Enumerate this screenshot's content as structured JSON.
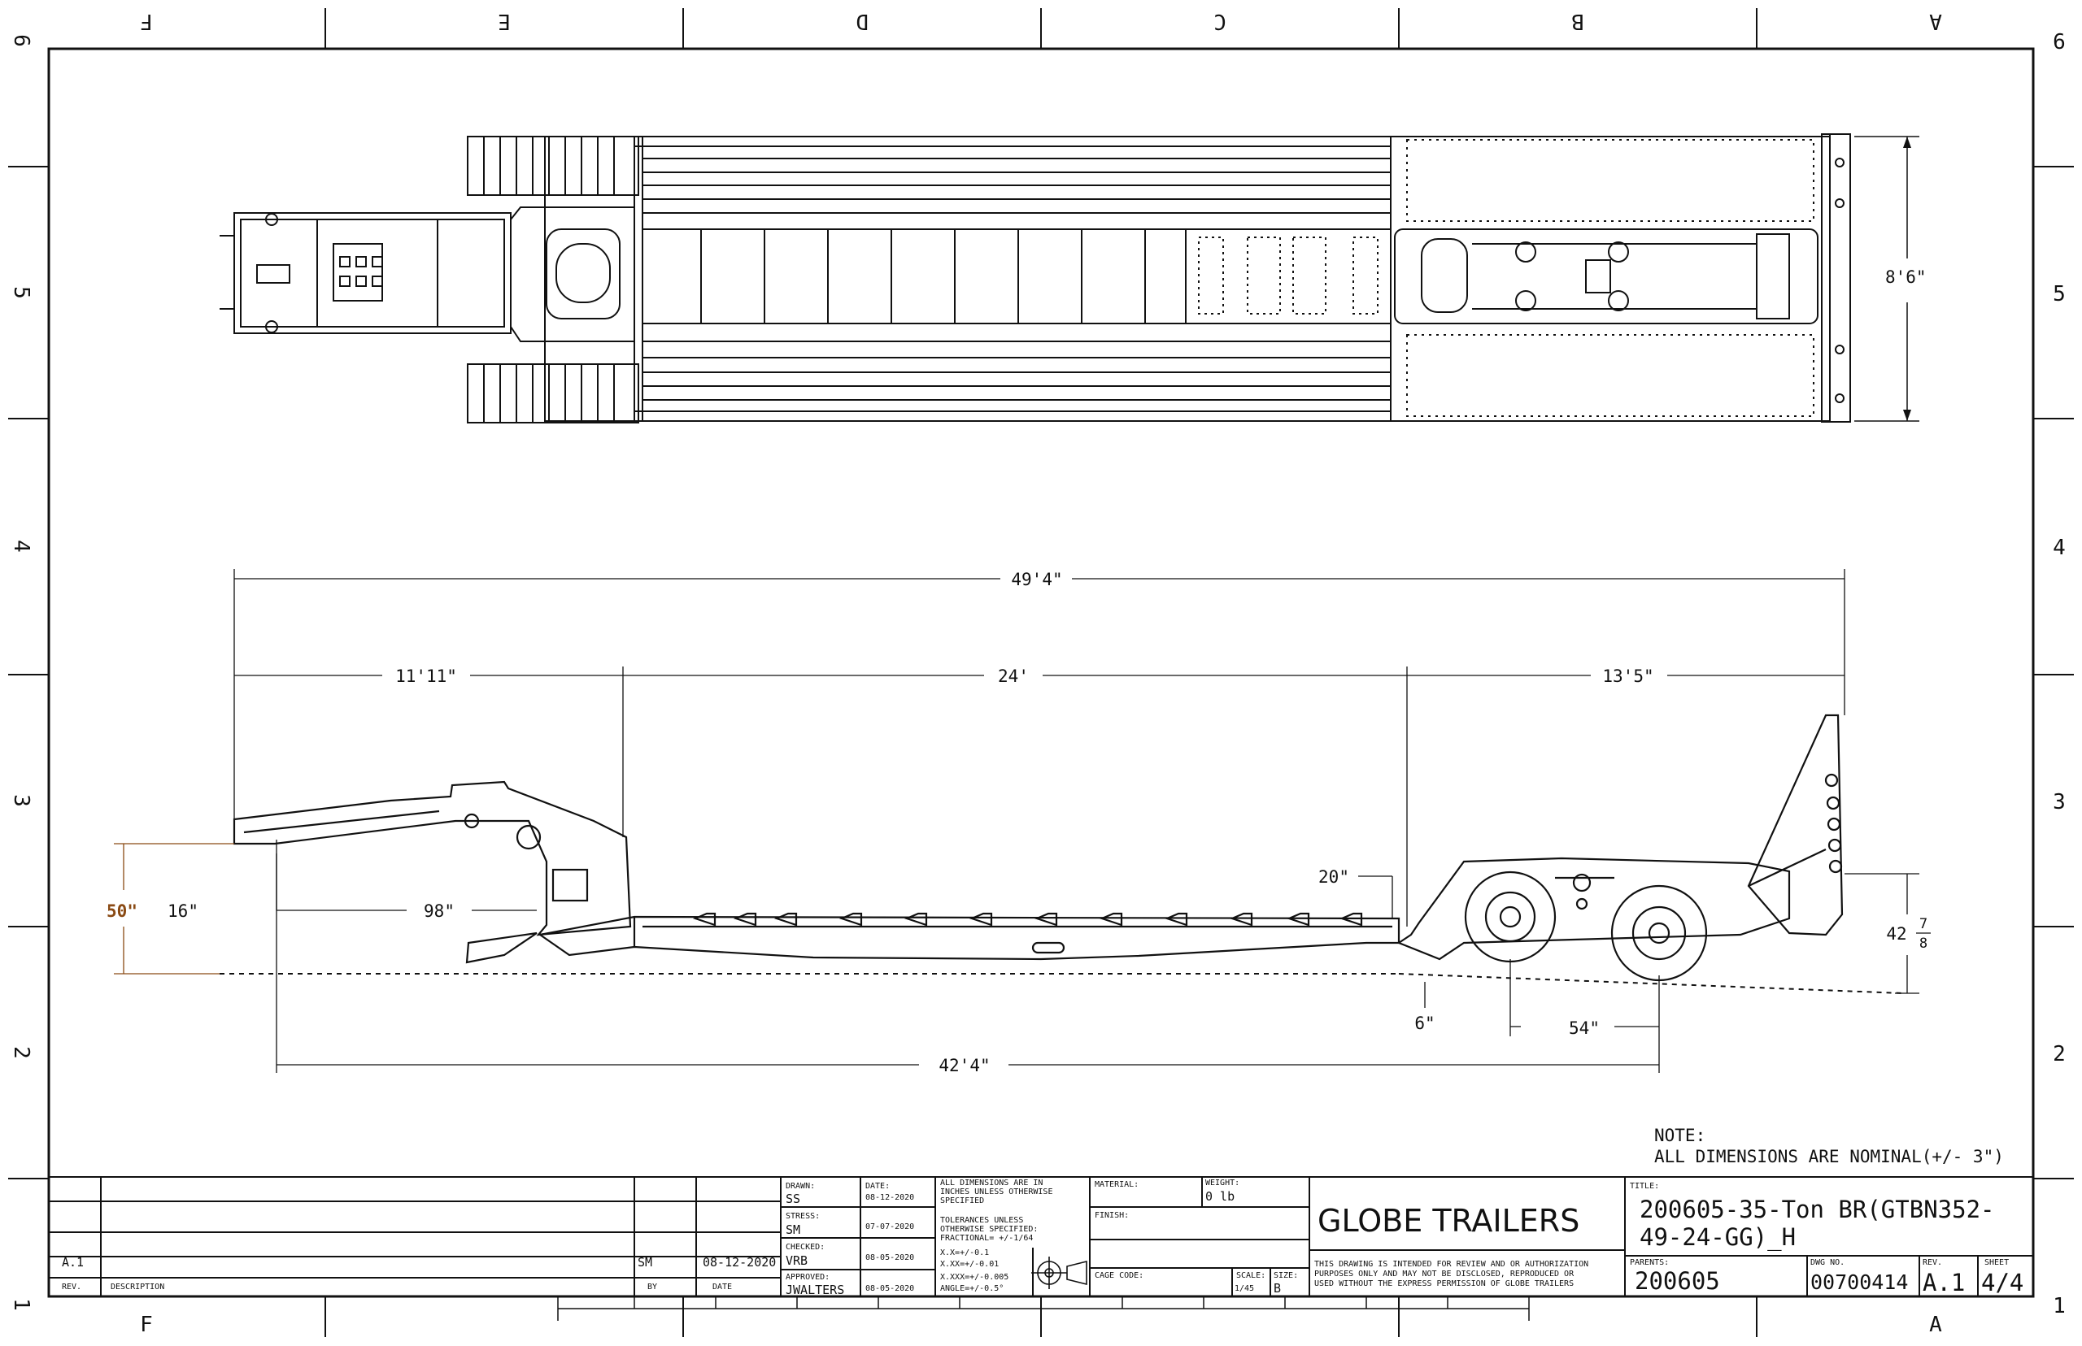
{
  "zones": {
    "columns": [
      "F",
      "E",
      "D",
      "C",
      "B",
      "A"
    ],
    "rows": [
      "6",
      "5",
      "4",
      "3",
      "2",
      "1"
    ]
  },
  "dimensions": {
    "overall_width": "8'6\"",
    "overall_length": "49'4\"",
    "gooseneck_length": "11'11\"",
    "deck_length": "24'",
    "rear_length": "13'5\"",
    "ground_clearance": "50\"",
    "kingpin_setback": "16\"",
    "gooseneck_span": "98\"",
    "deck_rise": "20\"",
    "deck_drop": "6\"",
    "axle_spread": "54\"",
    "rear_height": "42",
    "rear_height_num": "7",
    "rear_height_den": "8",
    "kingpin_to_axle": "42'4\""
  },
  "note": {
    "heading": "NOTE:",
    "text": "ALL DIMENSIONS ARE NOMINAL(+/- 3\")"
  },
  "title_block": {
    "rev_row": {
      "rev": "A.1",
      "by": "SM",
      "date": "08-12-2020"
    },
    "rev_headers": {
      "rev": "REV.",
      "description": "DESCRIPTION",
      "by": "BY",
      "date": "DATE"
    },
    "drawn": {
      "label": "DRAWN:",
      "value": "SS",
      "date_label": "DATE:",
      "date": "08-12-2020"
    },
    "stress": {
      "label": "STRESS:",
      "value": "SM",
      "date": "07-07-2020"
    },
    "checked": {
      "label": "CHECKED:",
      "value": "VRB",
      "date": "08-05-2020"
    },
    "approved": {
      "label": "APPROVED:",
      "value": "JWALTERS",
      "date": "08-05-2020"
    },
    "tolerance_lines": [
      "ALL DIMENSIONS ARE IN",
      "INCHES UNLESS OTHERWISE",
      "SPECIFIED",
      "TOLERANCES UNLESS",
      "OTHERWISE SPECIFIED:",
      "FRACTIONAL= +/-1/64",
      "X.X=+/-0.1",
      "X.XX=+/-0.01",
      "X.XXX=+/-0.005",
      "ANGLE=+/-0.5°"
    ],
    "material": {
      "label": "MATERIAL:"
    },
    "weight": {
      "label": "WEIGHT:",
      "value": "0 lb"
    },
    "finish": {
      "label": "FINISH:"
    },
    "cage_code": {
      "label": "CAGE CODE:"
    },
    "scale": {
      "label": "SCALE:",
      "value": "1/45"
    },
    "size": {
      "label": "SIZE:",
      "value": "B"
    },
    "company": "GLOBE TRAILERS",
    "disclaimer_lines": [
      "THIS DRAWING IS INTENDED FOR REVIEW AND OR AUTHORIZATION",
      "PURPOSES ONLY AND MAY NOT BE DISCLOSED, REPRODUCED OR",
      "USED WITHOUT THE EXPRESS PERMISSION OF GLOBE TRAILERS"
    ],
    "title_label": "TITLE:",
    "title_line1": "200605-35-Ton BR(GTBN352-",
    "title_line2": "49-24-GG)_H",
    "parents_label": "PARENTS:",
    "parents": "200605",
    "dwg_label": "DWG NO.",
    "dwg_no": "00700414",
    "rev_label": "REV.",
    "rev": "A.1",
    "sheet_label": "SHEET",
    "sheet": "4/4"
  },
  "colors": {
    "line": "#111111",
    "accent_dimension": "#8a4a14",
    "background": "#ffffff"
  }
}
